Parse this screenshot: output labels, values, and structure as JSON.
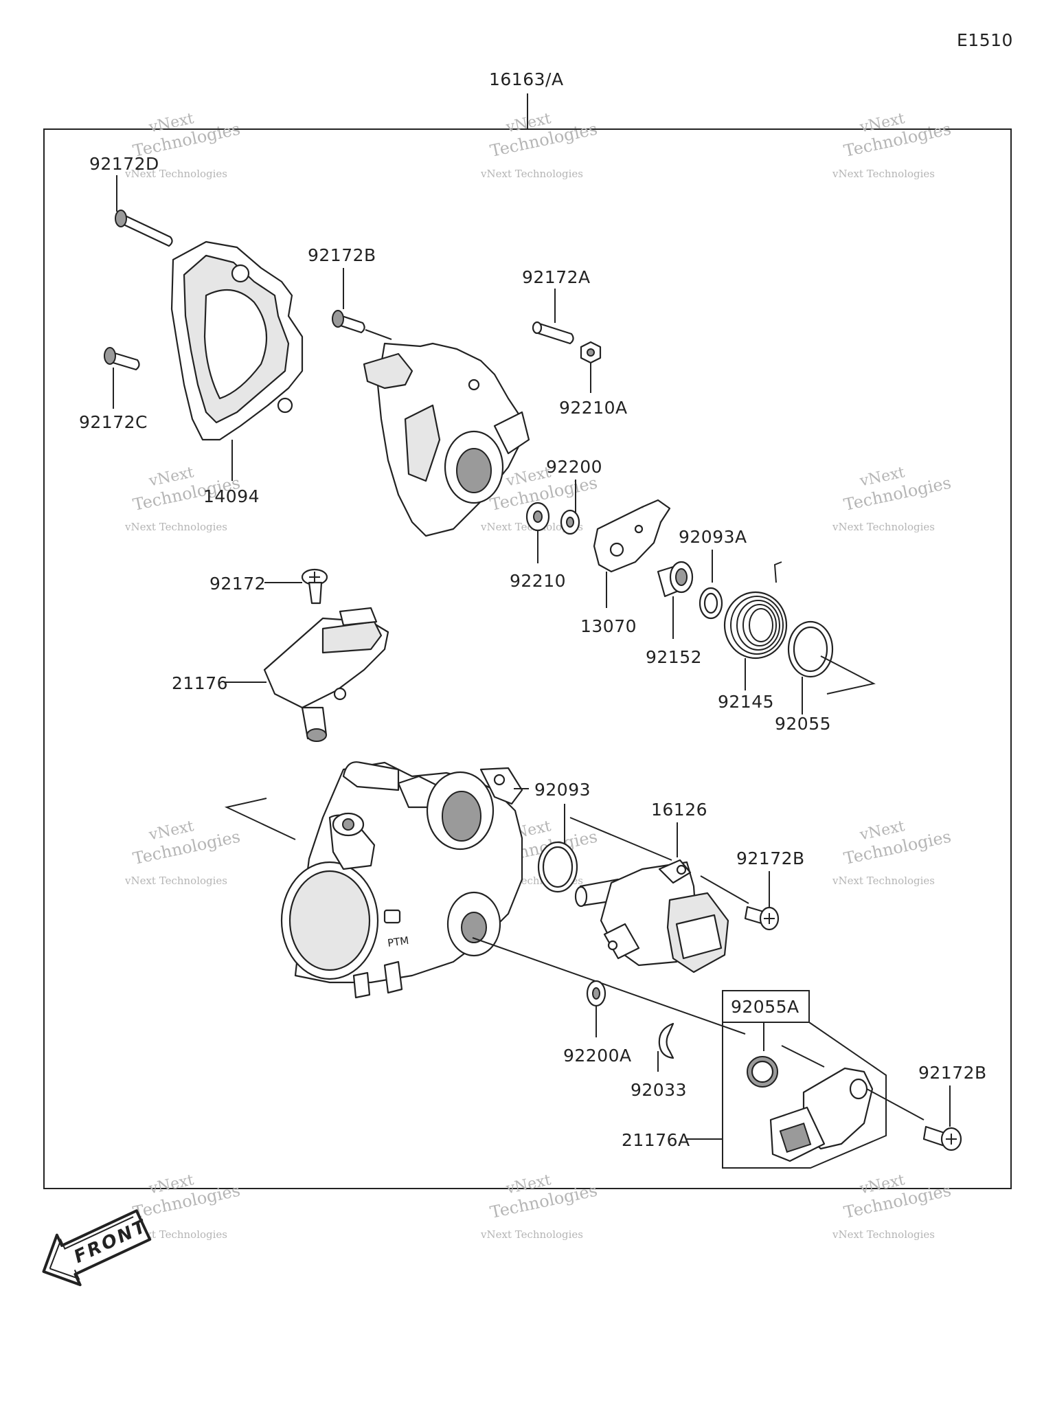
{
  "page_code": "E1510",
  "assembly_label": "16163/A",
  "watermark": {
    "line1": "vNext",
    "line2": "vNext Technologies",
    "line3": "Technologies"
  },
  "part_labels": {
    "p92172D": "92172D",
    "p92172C": "92172C",
    "p14094": "14094",
    "p92172B_top": "92172B",
    "p92172A": "92172A",
    "p92210A": "92210A",
    "p92200": "92200",
    "p92210": "92210",
    "p13070": "13070",
    "p92093A": "92093A",
    "p92152": "92152",
    "p92145": "92145",
    "p92055": "92055",
    "p92172": "92172",
    "p21176": "21176",
    "p92093": "92093",
    "p16126": "16126",
    "p92172B_mid": "92172B",
    "p92200A": "92200A",
    "p92033": "92033",
    "p92055A": "92055A",
    "p92172B_bot": "92172B",
    "p21176A": "21176A"
  },
  "front_label": "FRONT"
}
